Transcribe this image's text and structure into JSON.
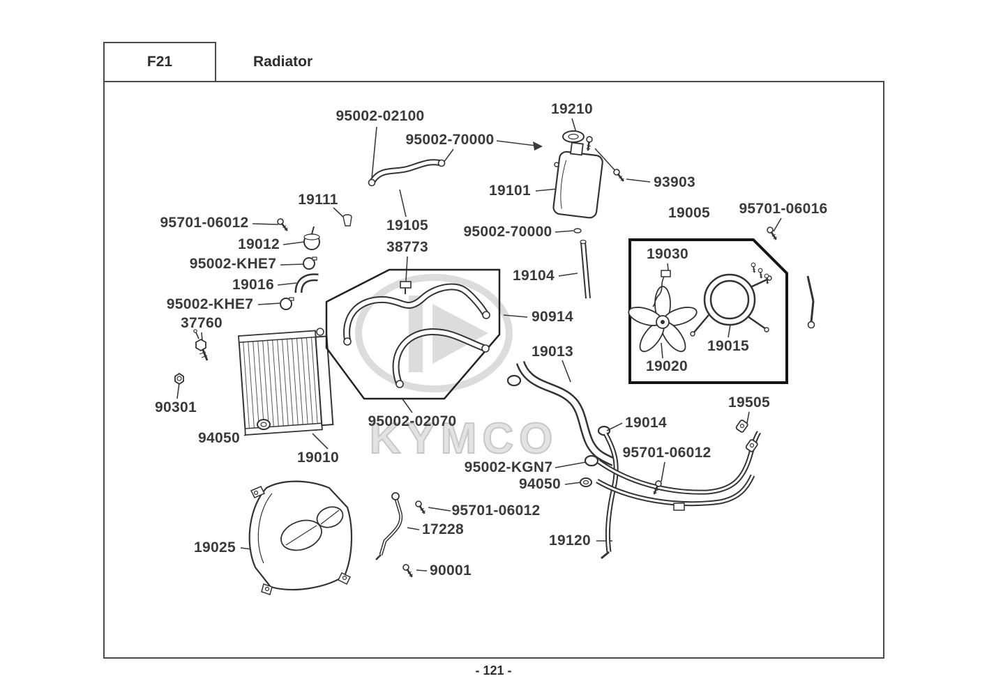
{
  "header": {
    "code": "F21",
    "title": "Radiator"
  },
  "footer": {
    "page_number": "- 121 -"
  },
  "watermark": {
    "text": "KYMCO"
  },
  "part_labels": [
    {
      "text": "95002-02100"
    },
    {
      "text": "95002-70000"
    },
    {
      "text": "19210"
    },
    {
      "text": "19101"
    },
    {
      "text": "93903"
    },
    {
      "text": "19005"
    },
    {
      "text": "95701-06016"
    },
    {
      "text": "19111"
    },
    {
      "text": "95701-06012"
    },
    {
      "text": "19012"
    },
    {
      "text": "95002-KHE7"
    },
    {
      "text": "19016"
    },
    {
      "text": "95002-KHE7"
    },
    {
      "text": "37760"
    },
    {
      "text": "19105"
    },
    {
      "text": "38773"
    },
    {
      "text": "95002-70000"
    },
    {
      "text": "19104"
    },
    {
      "text": "19030"
    },
    {
      "text": "90914"
    },
    {
      "text": "19013"
    },
    {
      "text": "19015"
    },
    {
      "text": "19020"
    },
    {
      "text": "90301"
    },
    {
      "text": "94050"
    },
    {
      "text": "19010"
    },
    {
      "text": "95002-02070"
    },
    {
      "text": "19014"
    },
    {
      "text": "19505"
    },
    {
      "text": "95701-06012"
    },
    {
      "text": "95002-KGN7"
    },
    {
      "text": "94050"
    },
    {
      "text": "95701-06012"
    },
    {
      "text": "17228"
    },
    {
      "text": "19025"
    },
    {
      "text": "90001"
    },
    {
      "text": "19120"
    }
  ]
}
